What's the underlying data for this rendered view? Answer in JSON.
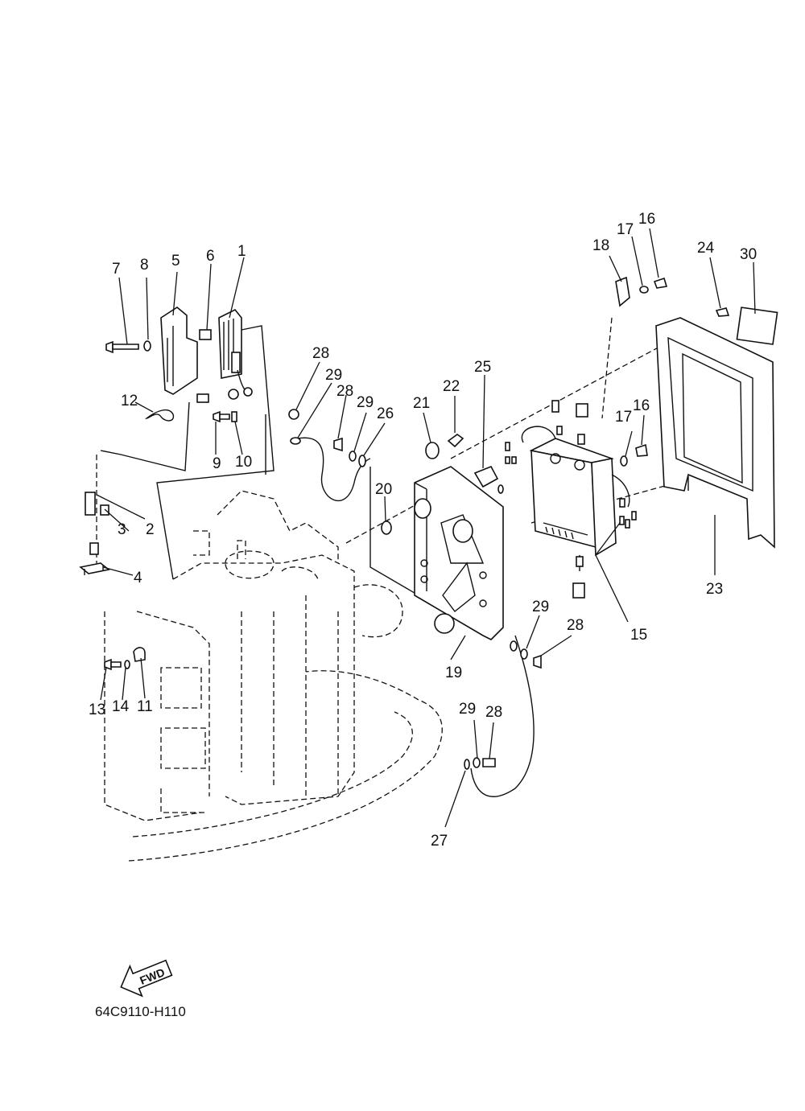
{
  "diagram_code": "64C9110-H110",
  "fwd_label": "FWD",
  "callouts": [
    "1",
    "2",
    "3",
    "4",
    "5",
    "6",
    "7",
    "8",
    "9",
    "10",
    "11",
    "12",
    "13",
    "14",
    "15",
    "16",
    "16",
    "17",
    "17",
    "18",
    "19",
    "20",
    "21",
    "22",
    "23",
    "24",
    "25",
    "26",
    "27",
    "28",
    "28",
    "28",
    "28",
    "29",
    "29",
    "29",
    "29",
    "30"
  ]
}
